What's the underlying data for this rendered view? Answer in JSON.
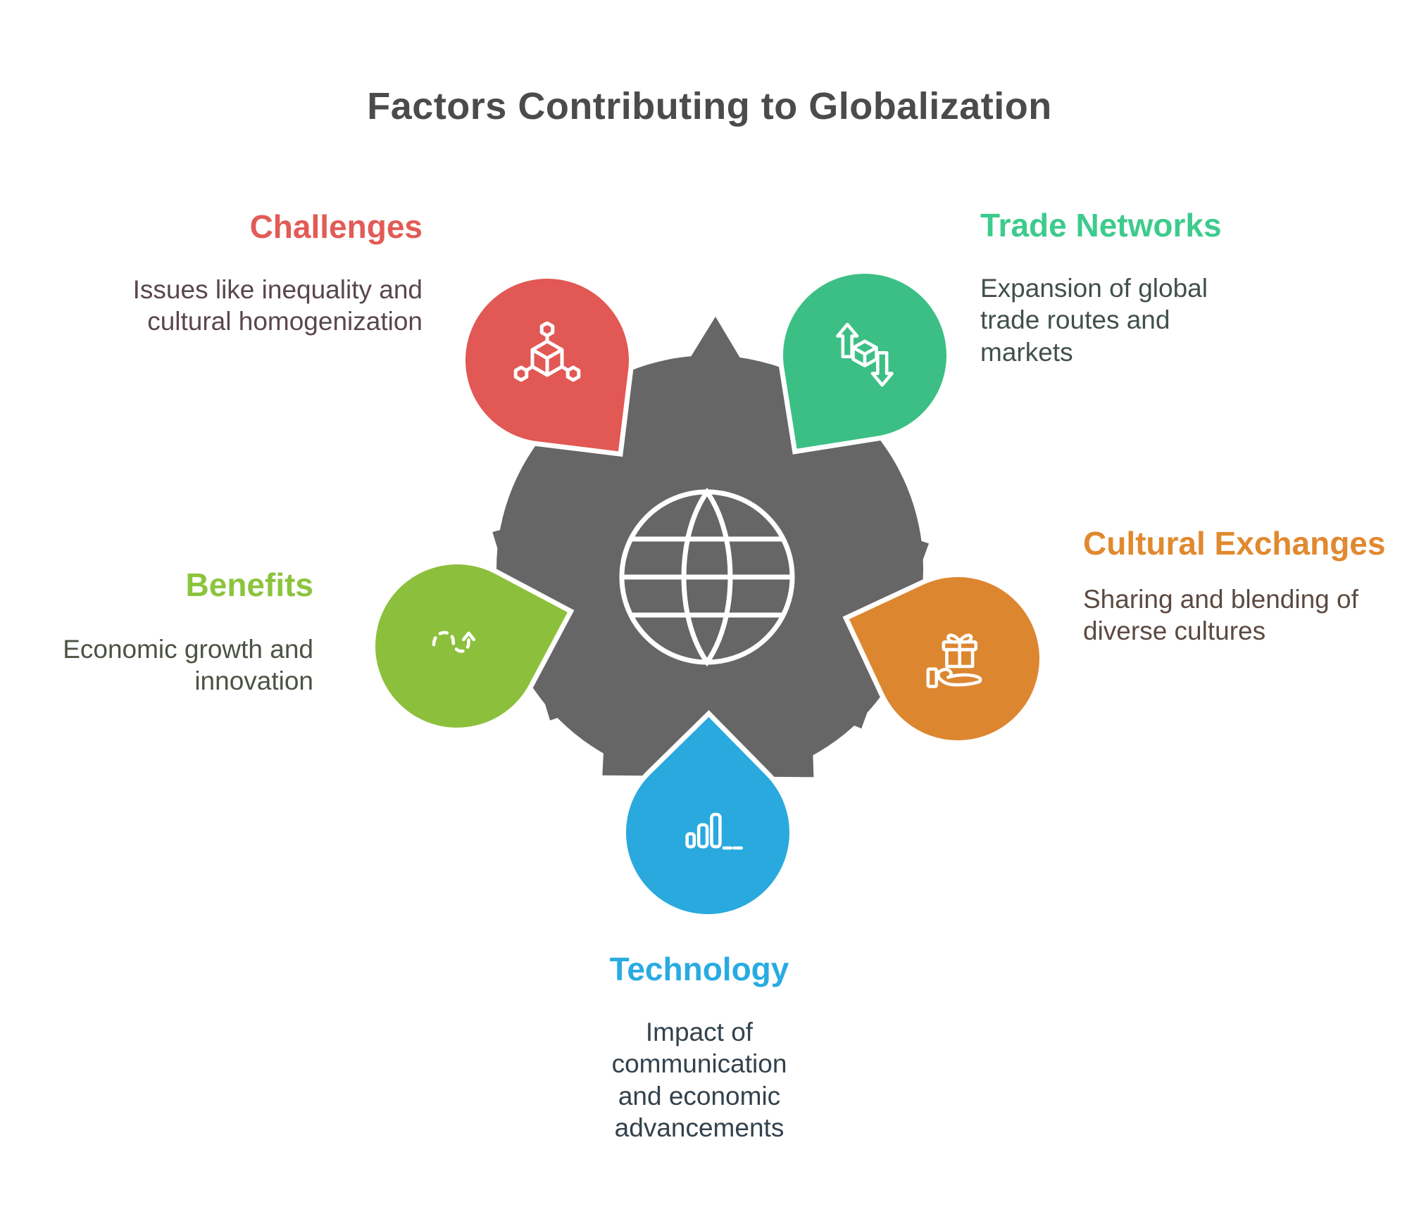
{
  "title": "Factors Contributing to Globalization",
  "colors": {
    "center": "#666666",
    "title": "#4B4B4B",
    "icon_stroke": "#FFFFFF"
  },
  "center": {
    "icon": "globe-icon"
  },
  "sections": [
    {
      "id": "challenges",
      "heading": "Challenges",
      "body": "Issues like inequality and cultural homogenization",
      "accent": "#E25B56",
      "teardrop_color": "#E15854",
      "body_color": "#5A474B",
      "icon": "cube-network-icon"
    },
    {
      "id": "trade-networks",
      "heading": "Trade Networks",
      "body": "Expansion of global trade routes and markets",
      "accent": "#3DCB8D",
      "teardrop_color": "#3CBF84",
      "body_color": "#41504B",
      "icon": "trade-arrows-icon"
    },
    {
      "id": "cultural-exchanges",
      "heading": "Cultural Exchanges",
      "body": "Sharing and blending of diverse cultures",
      "accent": "#E1892F",
      "teardrop_color": "#DD8630",
      "body_color": "#5B4A41",
      "icon": "gift-hand-icon"
    },
    {
      "id": "technology",
      "heading": "Technology",
      "body": "Impact of communication and economic advancements",
      "accent": "#29ABE1",
      "teardrop_color": "#29A9DE",
      "body_color": "#33424C",
      "icon": "bar-chart-icon"
    },
    {
      "id": "benefits",
      "heading": "Benefits",
      "body": "Economic growth and innovation",
      "accent": "#8CC43E",
      "teardrop_color": "#8CC03C",
      "body_color": "#4C5345",
      "icon": "winding-arrow-icon"
    }
  ]
}
